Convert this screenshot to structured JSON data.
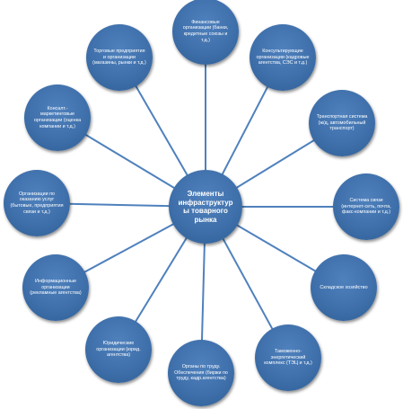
{
  "center": {
    "label": "Элементы инфраструктуры товарного рынка"
  },
  "elements": [
    {
      "label": "Финансовые организации (банки, кредитные союзы и т.д.)"
    },
    {
      "label": "Консультирующие организации (кадровые агентства, СЭС и т.д.)"
    },
    {
      "label": "Транспортная система (ж/д, автомобильный транспорт)"
    },
    {
      "label": "Система связи (интернет-сеть, почта, факс-компании и т.д.)"
    },
    {
      "label": "Складское хозяйство"
    },
    {
      "label": "Таможенно-энергетический комплекс (ТЭЦ и т.д.)"
    },
    {
      "label": "Органы по труду. Обеспечения (биржи по труду, кадр.агентства)"
    },
    {
      "label": "Юридические организации (юрид. агентства)"
    },
    {
      "label": "Информационные организации (рекламные агентства)"
    },
    {
      "label": "Организации по оказанию услуг (бытовые, предприятия связи и т.д.)"
    },
    {
      "label": "Консалт.-маркетинговые организации (оценка компании и т.д.)"
    },
    {
      "label": "Торговые предприятия и организации (магазины, рынки и т.д.)"
    }
  ]
}
